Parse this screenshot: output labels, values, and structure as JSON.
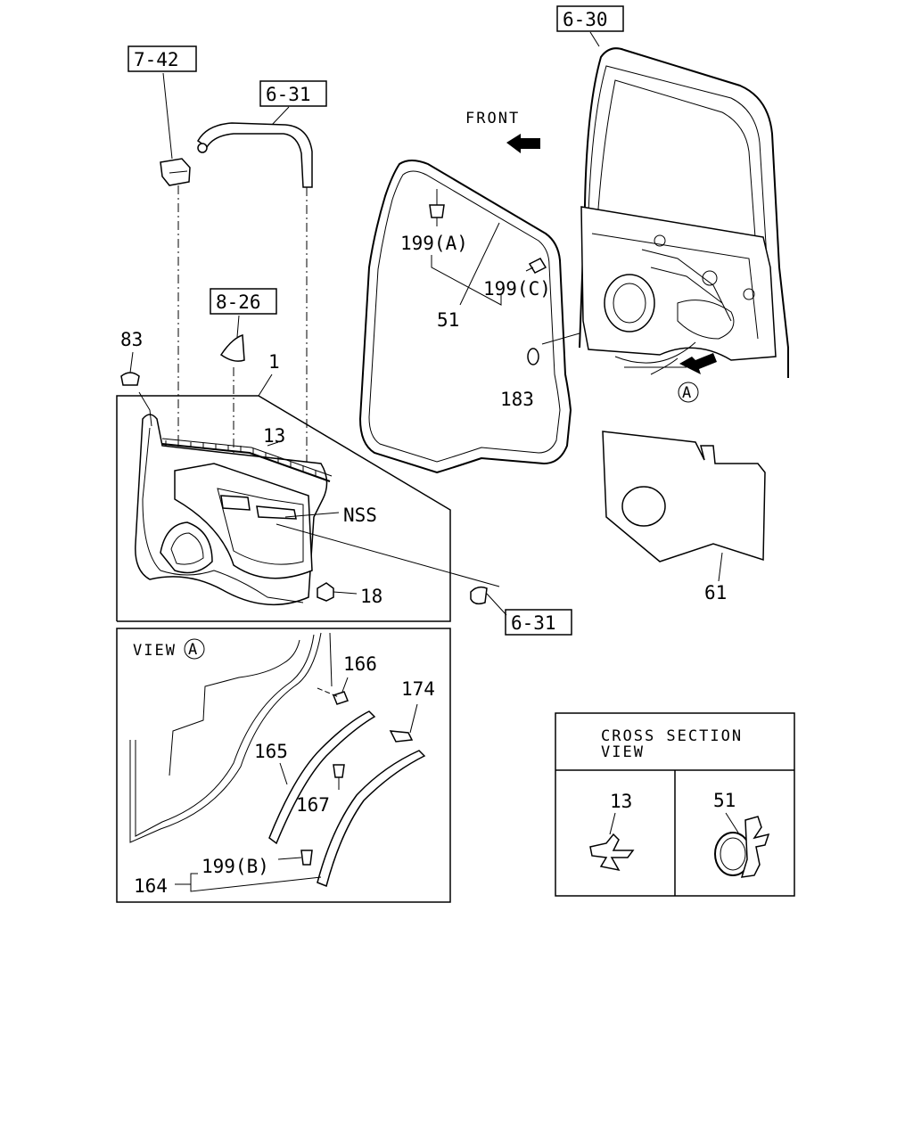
{
  "references": {
    "ref_7_42": "7-42",
    "ref_6_31_top": "6-31",
    "ref_6_30": "6-30",
    "ref_8_26": "8-26",
    "ref_6_31_bottom": "6-31"
  },
  "direction": {
    "front_label": "FRONT"
  },
  "callouts": {
    "c83": "83",
    "c1": "1",
    "c13": "13",
    "cNSS": "NSS",
    "c18": "18",
    "c199A": "199(A)",
    "c199C": "199(C)",
    "c51": "51",
    "c183": "183",
    "cA": "A",
    "c61": "61"
  },
  "view_a": {
    "title": "VIEW",
    "marker": "A",
    "c166": "166",
    "c174": "174",
    "c165": "165",
    "c167": "167",
    "c199B": "199(B)",
    "c164": "164"
  },
  "cross_section": {
    "title_line1": "CROSS SECTION",
    "title_line2": "VIEW",
    "c13": "13",
    "c51": "51"
  }
}
